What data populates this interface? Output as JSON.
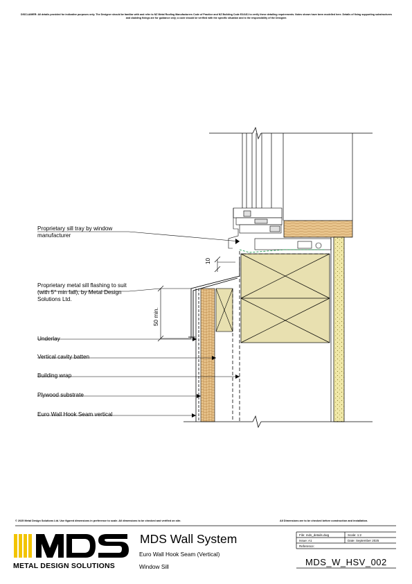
{
  "disclaimer": "DISCLAIMER: All details provided for indicative purposes only. The Designer should be familiar with and refer to NZ Metal Roofing Manufacturers Code of Practice and NZ Building Code E2/AS1 to verify these detailing requirements. Notes shown have been modelled here. Details of fixing supporting substructures and cladding fixings are for guidance only; a code should be verified with the specific situation and is the responsibility of the Designer.",
  "labels": {
    "sill_tray": "Proprietary sill tray by window manufacturer",
    "metal_flashing": "Proprietary metal sill flashing to suit (with 5° min fall), by Metal Design Solutions Ltd.",
    "underlay": "Underlay",
    "cavity_batten": "Vertical cavity batten",
    "building_wrap": "Building wrap",
    "plywood": "Plywood substrate",
    "cladding": "Euro Wall Hook Seam vertical"
  },
  "dimensions": {
    "gap": "10",
    "upstand": "50 min."
  },
  "footer": {
    "copyright": "© 2025 Metal Design Solutions Ltd. Use figured dimensions in preference to scale. All dimensions to be checked and verified on site.",
    "dim_note": "All Dimensions are to be checked before construction and installation."
  },
  "title_block": {
    "logo_text": "MDS",
    "company": "METAL DESIGN SOLUTIONS",
    "system": "MDS Wall System",
    "subtitle": "Euro Wall Hook Seam (Vertical)",
    "sheet": "Window Sill",
    "file_name": "File: mds_details.dwg",
    "scale": "Scale: 1:2",
    "issue": "Issue: A1",
    "date": "Date: September 2025",
    "reference": "Reference:",
    "drawing_number": "MDS_W_HSV_002"
  },
  "colors": {
    "insulation": "#e8e0b0",
    "timber": "#e8c48c",
    "plasterboard": "#f0e8a8",
    "wrap": "#1a9a4a",
    "brand_yellow": "#f2c400"
  }
}
